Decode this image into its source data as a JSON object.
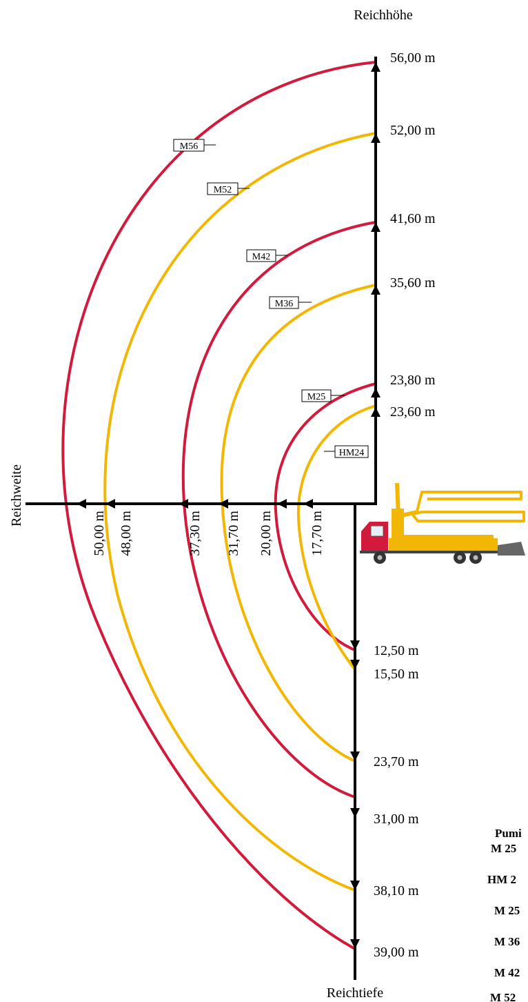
{
  "axes": {
    "height_title": "Reichhöhe",
    "reach_title": "Reichweite",
    "depth_title": "Reichtiefe"
  },
  "colors": {
    "red": "#d21a3c",
    "yellow": "#f2b705",
    "axis": "#000000"
  },
  "height_labels": [
    "56,00 m",
    "52,00 m",
    "41,60 m",
    "35,60 m",
    "23,80 m",
    "23,60 m"
  ],
  "reach_labels": [
    "50,00 m",
    "48,00 m",
    "37,30 m",
    "31,70 m",
    "20,00 m",
    "17,70 m"
  ],
  "depth_labels": [
    "12,50 m",
    "15,50 m",
    "23,70 m",
    "31,00 m",
    "38,10 m",
    "39,00 m"
  ],
  "booms": [
    {
      "name": "M56",
      "color": "red",
      "height": "56,00 m",
      "reach": "50,00 m",
      "depth": "39,00 m"
    },
    {
      "name": "M52",
      "color": "yellow",
      "height": "52,00 m",
      "reach": "48,00 m",
      "depth": "38,10 m"
    },
    {
      "name": "M42",
      "color": "red",
      "height": "41,60 m",
      "reach": "37,30 m",
      "depth": "31,00 m"
    },
    {
      "name": "M36",
      "color": "yellow",
      "height": "35,60 m",
      "reach": "31,70 m",
      "depth": "23,70 m"
    },
    {
      "name": "M25",
      "color": "red",
      "height": "23,80 m",
      "reach": "20,00 m",
      "depth": "12,50 m"
    },
    {
      "name": "HM24",
      "color": "yellow",
      "height": "23,60 m",
      "reach": "17,70 m",
      "depth": "15,50 m"
    }
  ],
  "table_fragment": [
    "Pumi",
    "M 25",
    "HM 2",
    "M 25",
    "M 36",
    "M 42",
    "M 52"
  ]
}
